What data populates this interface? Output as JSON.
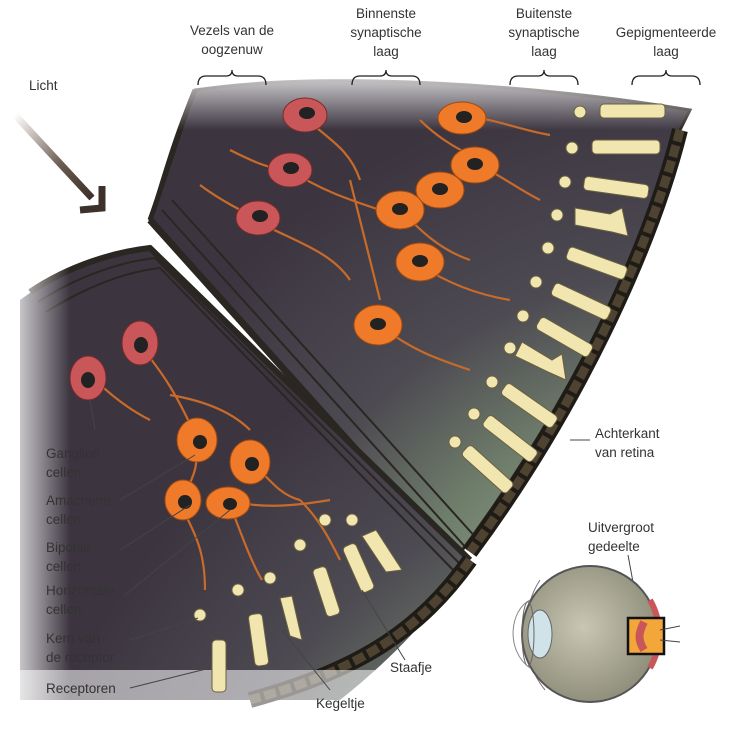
{
  "layers": {
    "fibers": [
      "Vezels van de",
      "oogzenuw"
    ],
    "inner_synaptic": [
      "Binnenste",
      "synaptische",
      "laag"
    ],
    "outer_synaptic": [
      "Buitenste",
      "synaptische",
      "laag"
    ],
    "pigmented": [
      "Gepigmenteerde",
      "laag"
    ]
  },
  "light": "Licht",
  "cells": {
    "ganglion": [
      "Ganglion",
      "cellen"
    ],
    "amacrine": [
      "Amacriene",
      "cellen"
    ],
    "bipolar": [
      "Bipolair",
      "cellen"
    ],
    "horizontal": [
      "Horizontale",
      "cellen"
    ],
    "receptor_nucleus": [
      "Kern van",
      "de receptor"
    ],
    "receptors": "Receptoren",
    "cone": "Kegeltje",
    "rod": "Staafje"
  },
  "back_of_retina": [
    "Achterkant",
    "van retina"
  ],
  "enlarged": [
    "Uitvergroot",
    "gedeelte"
  ],
  "colors": {
    "ganglion": "#c9575a",
    "bipolar": "#ee7a2a",
    "receptor": "#f1e6b0",
    "tissue_dark": "#4a4650",
    "tissue_green": "#6f7e6c",
    "membrane": "#2a2622"
  }
}
